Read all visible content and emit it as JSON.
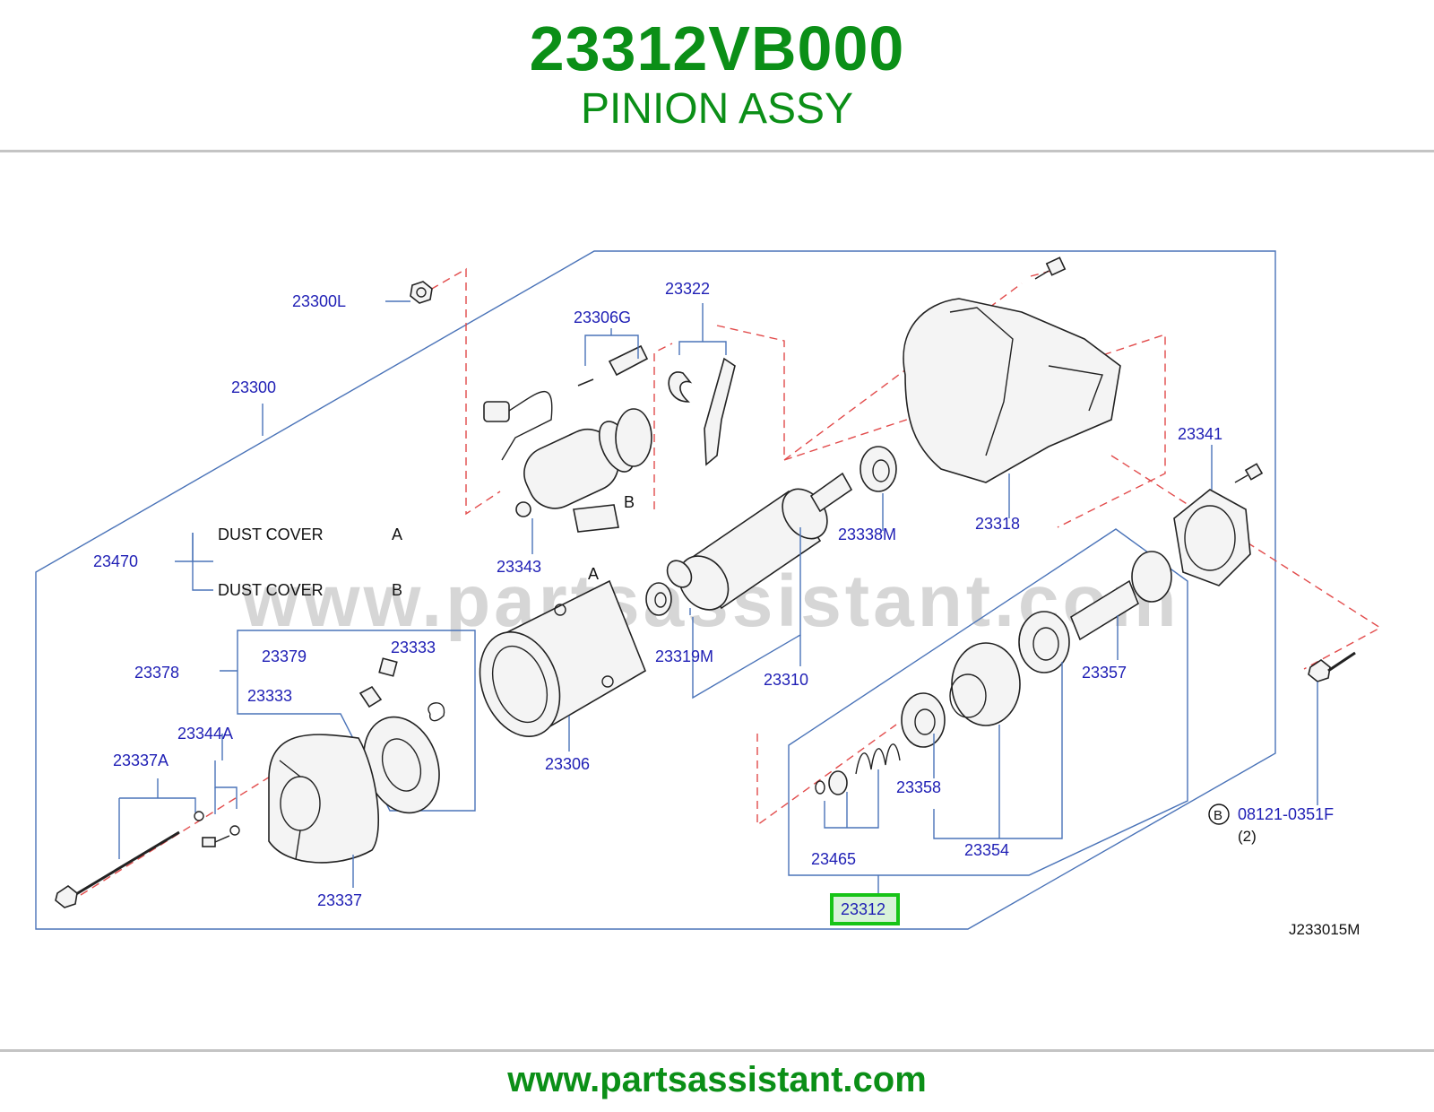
{
  "header": {
    "part_number": "23312VB000",
    "part_name": "PINION ASSY"
  },
  "footer": {
    "url": "www.partsassistant.com"
  },
  "diagram": {
    "watermark": "www.partsassistant.com",
    "code": "J233015M",
    "highlighted_callout": "23312",
    "callouts": {
      "c23300L": "23300L",
      "c23300": "23300",
      "c23306G": "23306G",
      "c23322": "23322",
      "c23343": "23343",
      "c23470": "23470",
      "c23338M": "23338M",
      "c23318": "23318",
      "c23341": "23341",
      "c23319M": "23319M",
      "c23310": "23310",
      "c23357": "23357",
      "c23378": "23378",
      "c23379": "23379",
      "c23333a": "23333",
      "c23333b": "23333",
      "c23306": "23306",
      "c23344A": "23344A",
      "c23337A": "23337A",
      "c23337": "23337",
      "c23358": "23358",
      "c23354": "23354",
      "c23465": "23465",
      "c08121": "08121-0351F"
    },
    "dust_cover_a": "DUST   COVER",
    "dust_cover_a_letter": "A",
    "dust_cover_b": "DUST   COVER",
    "dust_cover_b_letter": "B",
    "letter_a": "A",
    "letter_b": "B",
    "bolt_ref_letter": "B",
    "bolt_qty": "(2)",
    "colors": {
      "brand_green": "#0b8f17",
      "callout_blue": "#1f1fb5",
      "leader_blue": "#4a73b8",
      "dash_red": "#e24b4b",
      "highlight_green": "#17c417"
    }
  }
}
